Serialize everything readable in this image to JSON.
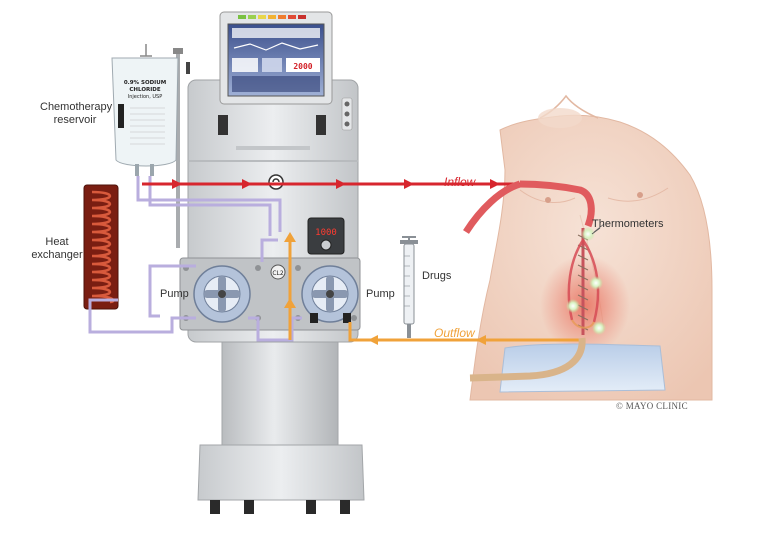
{
  "labels": {
    "reservoir_line1": "Chemotherapy",
    "reservoir_line2": "reservoir",
    "heat_line1": "Heat",
    "heat_line2": "exchanger",
    "pump_left": "Pump",
    "pump_right": "Pump",
    "drugs": "Drugs",
    "thermometers": "Thermometers",
    "inflow": "Inflow",
    "outflow": "Outflow",
    "copyright": "© MAYO CLINIC"
  },
  "bag_text": {
    "line1": "0.9% SODIUM",
    "line2": "CHLORIDE",
    "line3": "Injection, USP"
  },
  "display_readout": "1000",
  "panel_readout": "2000",
  "pump_center_label": "CL2",
  "colors": {
    "inflow": "#d7262e",
    "outflow": "#f0a23a",
    "circuit": "#b9aede",
    "machine": "#d7d9dc",
    "skin": "#f2d6c6",
    "heat_coil": "#c9462c",
    "heat_body": "#7a1e12"
  }
}
